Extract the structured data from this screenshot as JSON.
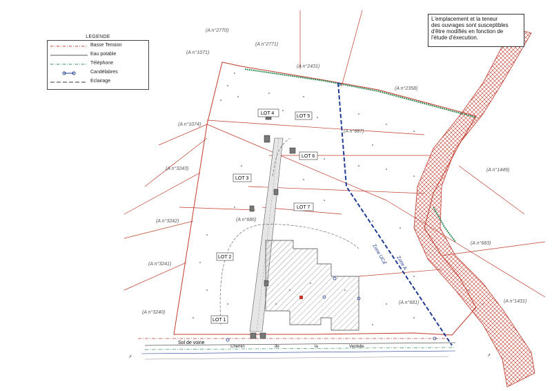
{
  "legend": {
    "title": "LEGENDE",
    "items": [
      {
        "label": "Basse Tension",
        "color": "#c0392b",
        "style": "dash-dot"
      },
      {
        "label": "Eau potable",
        "color": "#555555",
        "style": "solid"
      },
      {
        "label": "Téléphone",
        "color": "#2e8b57",
        "style": "dash-dot"
      },
      {
        "label": "Candélabres",
        "color": "#1f3a93",
        "style": "candelabre"
      },
      {
        "label": "Eclairage",
        "color": "#333333",
        "style": "dashed"
      }
    ]
  },
  "note": {
    "line1": "L'emplacement et la teneur",
    "line2": "des ouvrages sont susceptibles",
    "line3": "d'être modifiés en fonction de",
    "line4": "l'étude d'éxecution."
  },
  "parcels": {
    "p1": "(A n°2770)",
    "p2": "(A n°2771)",
    "p3": "(A n°1071)",
    "p4": "(A n°2431)",
    "p5": "(A n°2358)",
    "p6": "(A n°1074)",
    "p7": "(A n°687)",
    "p8": "(A n°3243)",
    "p9": "(A n°1449)",
    "p10": "(A n°3242)",
    "p11": "(A n°686)",
    "p12": "(A n°683)",
    "p13": "(A n°3241)",
    "p14": "(A n°681)",
    "p15": "(A n°1431)",
    "p16": "(A n°3240)"
  },
  "lots": {
    "lot1": "LOT 1",
    "lot2": "LOT 2",
    "lot3": "LOT 3",
    "lot4": "LOT 4",
    "lot5": "LOT 5",
    "lot6": "LOT 6",
    "lot7": "LOT 7"
  },
  "zones": {
    "zone_ua": "Zone UCa",
    "zone_a": "Zone A"
  },
  "road": {
    "sol": "Sol de voirie",
    "chemin": "Chemin",
    "de": "de",
    "la": "la",
    "verdelle": "Verdelle"
  },
  "colors": {
    "boundary": "#c0392b",
    "hatch": "#c0392b",
    "zone_line": "#1f3a93",
    "green": "#2e8b57",
    "grey": "#666666"
  }
}
